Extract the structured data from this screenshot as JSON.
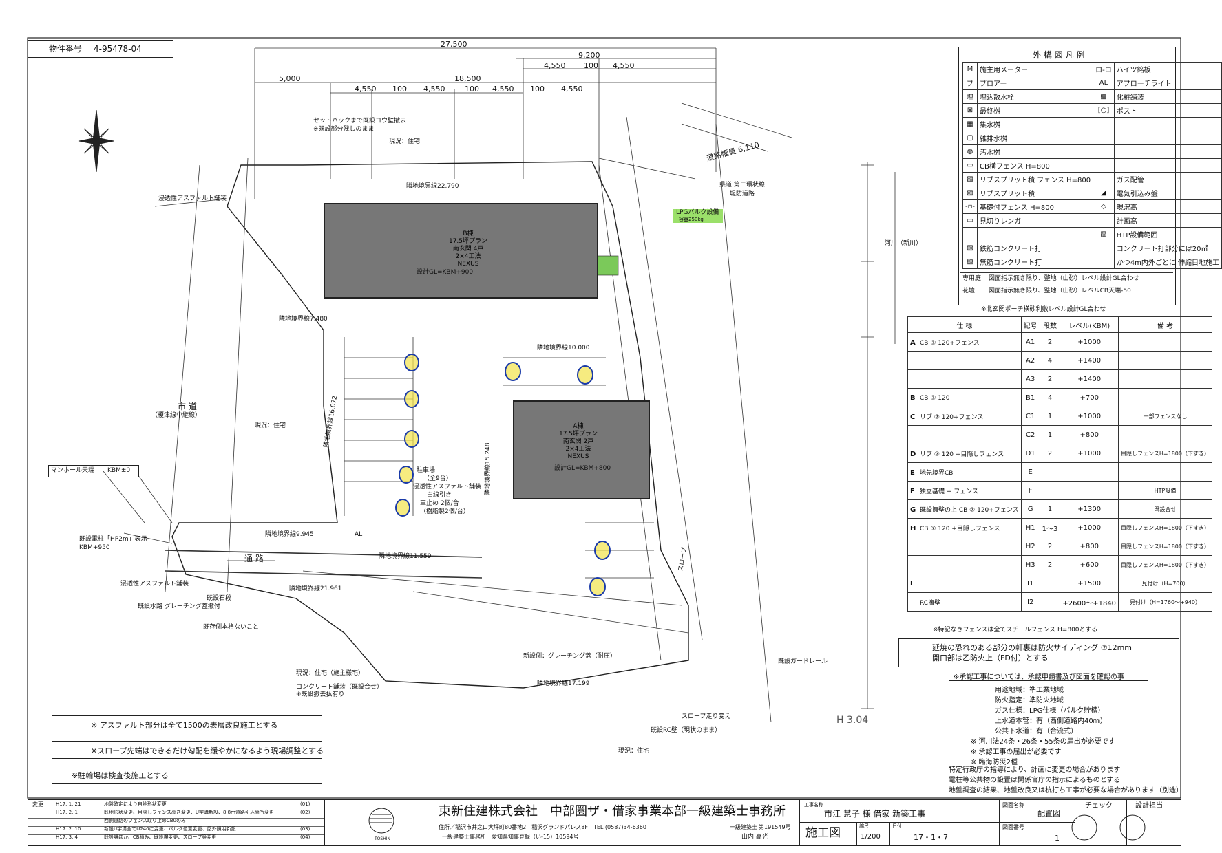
{
  "doc_number_label": "物件番号",
  "doc_number": "4-95478-04",
  "dims_top": {
    "total": "27,500",
    "right_block": "9,200",
    "mid": "18,500",
    "left": "5,000",
    "segs_a": [
      "4,550",
      "100",
      "4,550",
      "100",
      "4,550"
    ],
    "segs_b": [
      "4,550",
      "100",
      "4,550",
      "100",
      "4,550"
    ],
    "road_width": "道路幅員 6,110"
  },
  "plan_labels": {
    "setback1": "セットバックまで既設ヨウ壁撤去",
    "setback1b": "※既設部分残しのまま",
    "current_residence_top": "現況：住宅",
    "asphalt_left": "浸透性アスファルト舗装",
    "bldg_a": [
      "B棟",
      "17.5坪プラン",
      "南玄関 4戸",
      "2×4工法",
      "NEXUS"
    ],
    "bldg_a_gl": "設計GL=KBM+900",
    "bldg_b": [
      "A棟",
      "17.5坪プラン",
      "南玄関 2戸",
      "2×4工法",
      "NEXUS"
    ],
    "bldg_b_gl": "設計GL=KBM+800",
    "boundary_top": "隣地境界線22.790",
    "boundary_left1": "隣地境界線7.480",
    "boundary_mid": "隣地境界線10.000",
    "boundary_left2": "隣地境界線16.072",
    "boundary_low1": "隣地境界線9.945",
    "boundary_low2": "隣地境界線11.559",
    "boundary_low3": "隣地境界線21.961",
    "boundary_bot": "隣地境界線17.199",
    "boundary_vert": "隣地境界線15.248",
    "prefectural_road": "県道 第二環状線",
    "embankment": "堤防道路",
    "river": "河川（新川）",
    "lpg": "LPGバルク設備",
    "lpg_sub": "容器250kg",
    "city_road": "市 道",
    "city_road_sub": "（榎津線中継線）",
    "current_residence_left": "現況：住宅",
    "manhole": "マンホール天端",
    "manhole_val": "KBM±0",
    "parking": "駐車場",
    "parking_sub": "（全9台）",
    "parking_asphalt": "浸透性アスファルト舗装",
    "parking_line": "白線引き",
    "stopper": "車止め 2個/台",
    "stopper_sub": "（樹脂製2個/台）",
    "hp": "既設電柱「HP2m」表示",
    "hp_val": "KBM+950",
    "passage": "通 路",
    "asphalt_low": "浸透性アスファルト舗装",
    "waterway": "既設水路 グレーチング蓋撤付",
    "stone": "既設石段",
    "keep": "既存側本格ないこと",
    "current_residence_bot1": "現況：住宅（施主様宅）",
    "concrete_pave": "コンクリート舗装（既設合せ）",
    "concrete_pave_sub": "※既設撤去払有り",
    "slope": "スロープ",
    "guardrail": "既設ガードレール",
    "current_residence_bot2": "現況：住宅",
    "grating": "新設側：グレーチング蓋（耐圧）",
    "slope_mod": "スロープ走り変え",
    "kitaku": "既設RC壁（現状のまま）",
    "ac_2400": "AL",
    "stamp": "H 3.04"
  },
  "legend": {
    "title": "外 構 図 凡 例",
    "rows": [
      [
        "施主用メーター",
        "ハイツ銘板"
      ],
      [
        "ブロアー",
        "アプローチライト"
      ],
      [
        "埋込散水栓",
        "化粧舗装"
      ],
      [
        "最終桝",
        "ポスト"
      ],
      [
        "集水桝",
        ""
      ],
      [
        "雑排水桝",
        ""
      ],
      [
        "汚水桝",
        ""
      ],
      [
        "CB横フェンス H=800",
        ""
      ],
      [
        "リブスプリット積 フェンス H=800",
        "ガス配管"
      ],
      [
        "リブスプリット積",
        "電気引込み盤"
      ],
      [
        "基礎付フェンス H=800",
        "現況高"
      ],
      [
        "見切りレンガ",
        "計画高"
      ],
      [
        "",
        "HTP設備範囲"
      ],
      [
        "鉄筋コンクリート打",
        "コンクリート打部分には20㎡"
      ],
      [
        "無筋コンクリート打",
        "かつ4m内外ごとに 伸縮目地施工"
      ]
    ],
    "sym_left": [
      "M",
      "ブ",
      "埋",
      "⊠",
      "▦",
      "▢",
      "◍",
      "▭",
      "▨",
      "▨",
      "-▫-",
      "▭",
      "",
      "▧",
      "▧"
    ],
    "sym_right": [
      "ロ-ロ",
      "AL",
      "▩",
      "[○]",
      "",
      "",
      "",
      "",
      "",
      "◢",
      "◇",
      "",
      "▧",
      "",
      ""
    ],
    "senyoteien_label": "専用庭",
    "senyoteien": "図面指示無き限り、整地（山砂）レベル設計GL合わせ",
    "kadan_label": "花壇",
    "kadan": "図面指示無き限り、整地（山砂）レベルCB天端-50",
    "porch_note": "※北玄関ポーチ横砂利敷レベル設計GL合わせ"
  },
  "spec_table": {
    "headers": [
      "仕 様",
      "記号",
      "段数",
      "レベル(KBM)",
      "備 考"
    ],
    "rows": [
      {
        "group": "A",
        "spec": "CB ⑦ 120+フェンス",
        "sym": "A1",
        "step": "2",
        "level": "+1000",
        "note": ""
      },
      {
        "group": "",
        "spec": "",
        "sym": "A2",
        "step": "4",
        "level": "+1400",
        "note": ""
      },
      {
        "group": "",
        "spec": "",
        "sym": "A3",
        "step": "2",
        "level": "+1400",
        "note": ""
      },
      {
        "group": "B",
        "spec": "CB ⑦ 120",
        "sym": "B1",
        "step": "4",
        "level": "+700",
        "note": ""
      },
      {
        "group": "C",
        "spec": "リブ ⑦ 120+フェンス",
        "sym": "C1",
        "step": "1",
        "level": "+1000",
        "note": "一部フェンスなし"
      },
      {
        "group": "",
        "spec": "",
        "sym": "C2",
        "step": "1",
        "level": "+800",
        "note": ""
      },
      {
        "group": "D",
        "spec": "リブ ⑦ 120 +目隠しフェンス",
        "sym": "D1",
        "step": "2",
        "level": "+1000",
        "note": "目隠しフェンスH=1800（下すき）"
      },
      {
        "group": "E",
        "spec": "地先境界CB",
        "sym": "E",
        "step": "",
        "level": "",
        "note": ""
      },
      {
        "group": "F",
        "spec": "独立基礎 + フェンス",
        "sym": "F",
        "step": "",
        "level": "",
        "note": "HTP設備"
      },
      {
        "group": "G",
        "spec": "既設擁壁の上 CB ⑦ 120+フェンス",
        "sym": "G",
        "step": "1",
        "level": "+1300",
        "note": "既設合せ"
      },
      {
        "group": "H",
        "spec": "CB ⑦ 120 +目隠しフェンス",
        "sym": "H1",
        "step": "1～3",
        "level": "+1000",
        "note": "目隠しフェンスH=1800（下すき）"
      },
      {
        "group": "",
        "spec": "",
        "sym": "H2",
        "step": "2",
        "level": "+800",
        "note": "目隠しフェンスH=1800（下すき）"
      },
      {
        "group": "",
        "spec": "",
        "sym": "H3",
        "step": "2",
        "level": "+600",
        "note": "目隠しフェンスH=1800（下すき）"
      },
      {
        "group": "I",
        "spec": "",
        "sym": "I1",
        "step": "",
        "level": "+1500",
        "note": "見付け（H=700）"
      },
      {
        "group": "",
        "spec": "RC擁壁",
        "sym": "I2",
        "step": "",
        "level": "+2600～+1840",
        "note": "見付け（H=1760～+940）"
      }
    ],
    "footnote": "※特記なきフェンスは全てスチールフェンス H=800とする"
  },
  "notes_right": {
    "fire": "延焼の恐れのある部分の軒裏は防火サイディング ⑦12mm",
    "fire2": "開口部は乙防火上（FD付）とする",
    "approval": "※承認工事については、承認申請書及び図面を確認の事",
    "zone_items": [
      "用途地域：準工業地域",
      "防火指定：準防火地域",
      "ガス仕様：LPG仕様（バルク貯槽）",
      "上水道本管：有（西側道路内40㎜）",
      "公共下水道：有（合流式）"
    ],
    "kasen": "※ 河川法24条・26条・55条の届出が必要です",
    "shonin": "※ 承認工事の届出が必要です",
    "rinkai": "※ 臨海防災2種",
    "bottom_notes": [
      "特定行政庁の指導により、計画に変更の場合があります",
      "電柱等公共物の設置は関係官庁の指示によるものとする",
      "地盤調査の結果、地盤改良又は杭打ち工事が必要な場合があります（別途）"
    ]
  },
  "notes_left": [
    "※ アスファルト部分は全て1500の表層改良施工とする",
    "※スロープ先端はできるだけ勾配を緩やかになるよう現場調整とする",
    "※駐輪場は検査後施工とする"
  ],
  "revisions": {
    "header": "変更",
    "rows": [
      [
        "H17. 1. 21",
        "地盤確定により自地形状変更",
        "(01)"
      ],
      [
        "H17. 2. 1",
        "既地形状変更、目隠しフェンス高さ変更、U字溝新設、8.8m道路引込箇所変更",
        "(02)"
      ],
      [
        "",
        "西側道路のフェンス取り止めCB0のみ",
        ""
      ],
      [
        "H17. 2. 10",
        "新設U字溝全てU240に変更、バルク位置変更、屋外照明新設",
        "(03)"
      ],
      [
        "H17. 3. 4",
        "既設塀ほか、CB積み、既設塀変更、スロープ等変更",
        "(04)"
      ]
    ]
  },
  "company": {
    "logo_text": "TOSHIN",
    "name": "東新住建株式会社　中部圏ザ・借家事業本部一級建築士事務所",
    "address": "住所／稲沢市井之口大坪町80番地2　稲沢グランドパレス8F　TEL (0587)34-6360",
    "reg": "一級建築士事務所　愛知県知事登録（い-15）10594号",
    "architect_label": "一級建築士",
    "architect_no": "第191549号",
    "architect": "山内 高光"
  },
  "title_block": {
    "project_label": "工事名称",
    "project": "市江 慧子 様 借家 新築工事",
    "drawing_label": "図面名称",
    "drawing": "配置図",
    "stage": "施工図",
    "scale_label": "縮尺",
    "scale": "1/200",
    "date_label": "日付",
    "date": "17・1・7",
    "num_label": "図面番号",
    "num": "1",
    "check_label": "チェック",
    "design_label": "設計担当"
  },
  "colors": {
    "line": "#222222",
    "building": "#777777",
    "highlight": "#9be06a",
    "yellow": "#f2e24a",
    "blue": "#1a3aa8"
  }
}
